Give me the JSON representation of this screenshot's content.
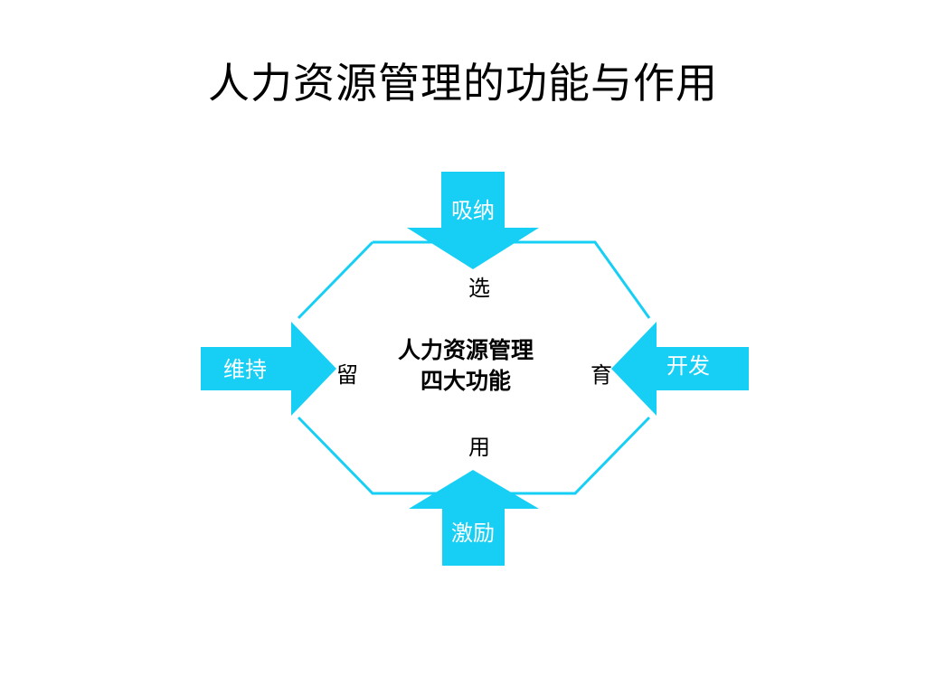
{
  "title": "人力资源管理的功能与作用",
  "colors": {
    "arrow_fill": "#17CFF5",
    "outline": "#17CFF5",
    "arrow_label_text": "#FFFFFF",
    "text": "#000000",
    "background": "#FFFFFF"
  },
  "center": {
    "line1": "人力资源管理",
    "line2": "四大功能"
  },
  "nodes": {
    "top": "选",
    "right": "育",
    "bottom": "用",
    "left": "留"
  },
  "arrows": {
    "top": "吸纳",
    "right": "开发",
    "bottom": "激励",
    "left": "维持"
  }
}
